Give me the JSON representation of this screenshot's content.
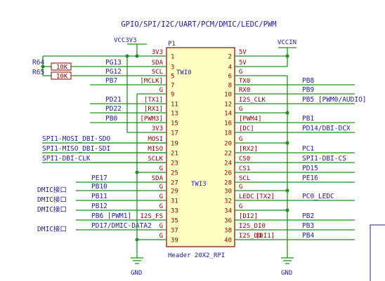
{
  "title": "GPIO/SPI/I2C/UART/PCM/DMIC/LEDC/PWM",
  "connector": {
    "ref": "P1",
    "name": "Header 20X2_RPI",
    "block_labels": [
      "TWI0",
      "TWI3"
    ]
  },
  "power": {
    "left_rail": "VCC3V3",
    "right_rail": "VCCIN",
    "left_ground": "GND",
    "right_ground": "GND"
  },
  "resistors": [
    {
      "ref": "R64",
      "value": "10K"
    },
    {
      "ref": "R65",
      "value": "10K"
    }
  ],
  "left_pins": [
    {
      "num": "1",
      "pin": "3V3",
      "net": "",
      "note": ""
    },
    {
      "num": "3",
      "pin": "SDA",
      "net": "PG13",
      "note": ""
    },
    {
      "num": "5",
      "pin": "SCL",
      "net": "PG12",
      "note": ""
    },
    {
      "num": "7",
      "pin": "[MCLK]",
      "net": "PB7",
      "note": ""
    },
    {
      "num": "9",
      "pin": "G",
      "net": "",
      "note": ""
    },
    {
      "num": "11",
      "pin": "[TX1]",
      "net": "PD21",
      "note": ""
    },
    {
      "num": "13",
      "pin": "[RX1]",
      "net": "PD22",
      "note": ""
    },
    {
      "num": "15",
      "pin": "[PWM3]",
      "net": "PB0",
      "note": ""
    },
    {
      "num": "17",
      "pin": "3V3",
      "net": "",
      "note": ""
    },
    {
      "num": "19",
      "pin": "MOSI",
      "net": "SPI1-MOSI_DBI-SDO",
      "note": ""
    },
    {
      "num": "21",
      "pin": "MISO",
      "net": "SPI1-MISO_DBI-SDI",
      "note": ""
    },
    {
      "num": "23",
      "pin": "SCLK",
      "net": "SPI1-DBI-CLK",
      "note": ""
    },
    {
      "num": "25",
      "pin": "G",
      "net": "",
      "note": ""
    },
    {
      "num": "27",
      "pin": "SDA",
      "net": "PE17",
      "note": ""
    },
    {
      "num": "29",
      "pin": "G",
      "net": "PB10",
      "note": "DMIC接口"
    },
    {
      "num": "31",
      "pin": "G",
      "net": "PB11",
      "note": "DMIC接口"
    },
    {
      "num": "33",
      "pin": "G",
      "net": "PB12",
      "note": "DMIC接口"
    },
    {
      "num": "35",
      "pin": "I2S_FS",
      "net": "PB6 [PWM1]",
      "note": ""
    },
    {
      "num": "37",
      "pin": "G",
      "net": "PD17/DMIC-DATA2",
      "note": "DMIC接口"
    },
    {
      "num": "39",
      "pin": "G",
      "net": "",
      "note": ""
    }
  ],
  "right_pins": [
    {
      "num": "2",
      "pin": "5V",
      "label": "",
      "net": ""
    },
    {
      "num": "4",
      "pin": "5V",
      "label": "",
      "net": ""
    },
    {
      "num": "6",
      "pin": "G",
      "label": "",
      "net": ""
    },
    {
      "num": "8",
      "pin": "TX0",
      "label": "",
      "net": "PB8"
    },
    {
      "num": "10",
      "pin": "RX0",
      "label": "",
      "net": "PB9"
    },
    {
      "num": "12",
      "pin": "I2S_CLK",
      "label": "",
      "net": "PB5 [PWM0/AUDIO]"
    },
    {
      "num": "14",
      "pin": "G",
      "label": "",
      "net": ""
    },
    {
      "num": "16",
      "pin": "[PWM4]",
      "label": "",
      "net": "PB1"
    },
    {
      "num": "18",
      "pin": "[DC]",
      "label": "",
      "net": "PD14/DBI-DCX"
    },
    {
      "num": "20",
      "pin": "G",
      "label": "",
      "net": ""
    },
    {
      "num": "22",
      "pin": "[RX2]",
      "label": "",
      "net": "PC1"
    },
    {
      "num": "24",
      "pin": "CS0",
      "label": "",
      "net": "SPI1-DBI-CS"
    },
    {
      "num": "26",
      "pin": "CS1",
      "label": "",
      "net": "PD15"
    },
    {
      "num": "28",
      "pin": "SCL",
      "label": "",
      "net": "PE16"
    },
    {
      "num": "30",
      "pin": "G",
      "label": "",
      "net": ""
    },
    {
      "num": "32",
      "pin": "[TX2]",
      "label": "LEDC",
      "net": "PC0_LEDC"
    },
    {
      "num": "34",
      "pin": "G",
      "label": "",
      "net": ""
    },
    {
      "num": "36",
      "pin": "[DI2]",
      "label": "",
      "net": "PB2"
    },
    {
      "num": "38",
      "pin": "I2S_DI0",
      "label": "",
      "net": "PB3"
    },
    {
      "num": "40",
      "pin": "[DI1]",
      "label": "I2S_DO",
      "net": "PB4"
    }
  ]
}
